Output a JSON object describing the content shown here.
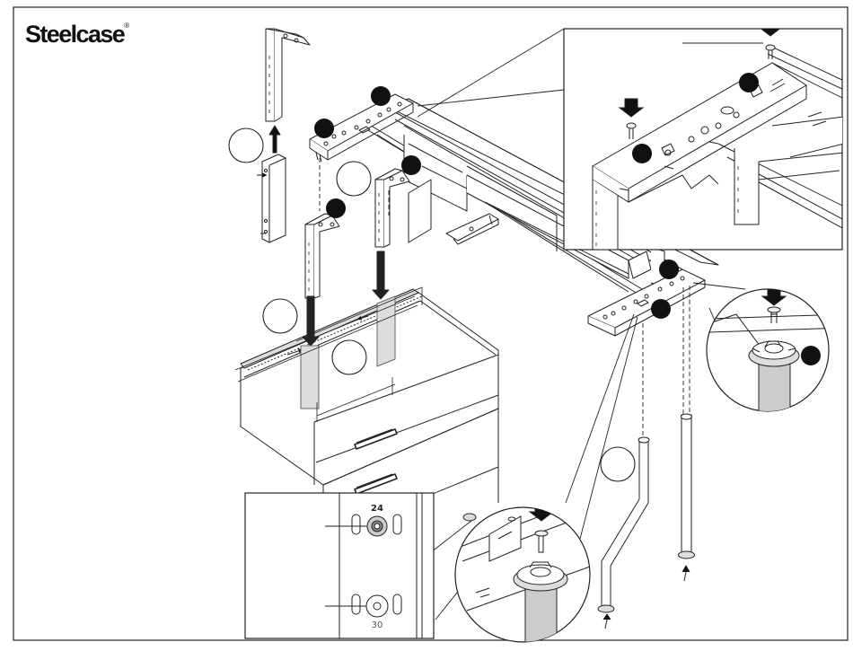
{
  "brand": {
    "name": "Steelcase",
    "registered_mark": "®"
  },
  "dimension_labels": {
    "upper": "24",
    "lower": "30"
  }
}
